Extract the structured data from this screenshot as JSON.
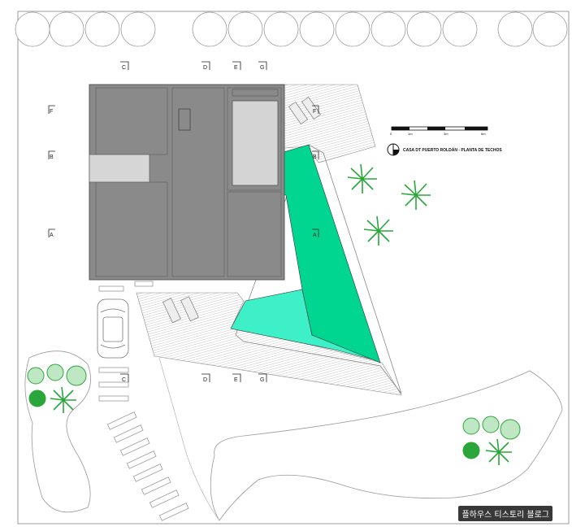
{
  "title": "CASA DT PUERTO ROLDÁN - PLANTA DE TECHOS",
  "scale_labels": [
    "0",
    "1m",
    "3m",
    "6m"
  ],
  "section_marks": {
    "left_side": [
      "F",
      "B",
      "A"
    ],
    "top_row": [
      "C",
      "D",
      "E",
      "G"
    ],
    "bottom_row": [
      "C",
      "D",
      "E",
      "G"
    ],
    "right_side": [
      "F",
      "B",
      "A"
    ]
  },
  "watermark": "플하우스 티스토리 블로그",
  "colors": {
    "roof": "#8a8a8a",
    "roof_outline": "#555555",
    "pool_deep": "#00d68f",
    "pool_shallow": "#3ef0c8",
    "vegetation": "#2aa63a",
    "line": "#777777"
  },
  "icons": [
    "compass-icon",
    "palm-tree-icon",
    "shrub-icon",
    "car-icon",
    "lounge-chair-icon"
  ]
}
